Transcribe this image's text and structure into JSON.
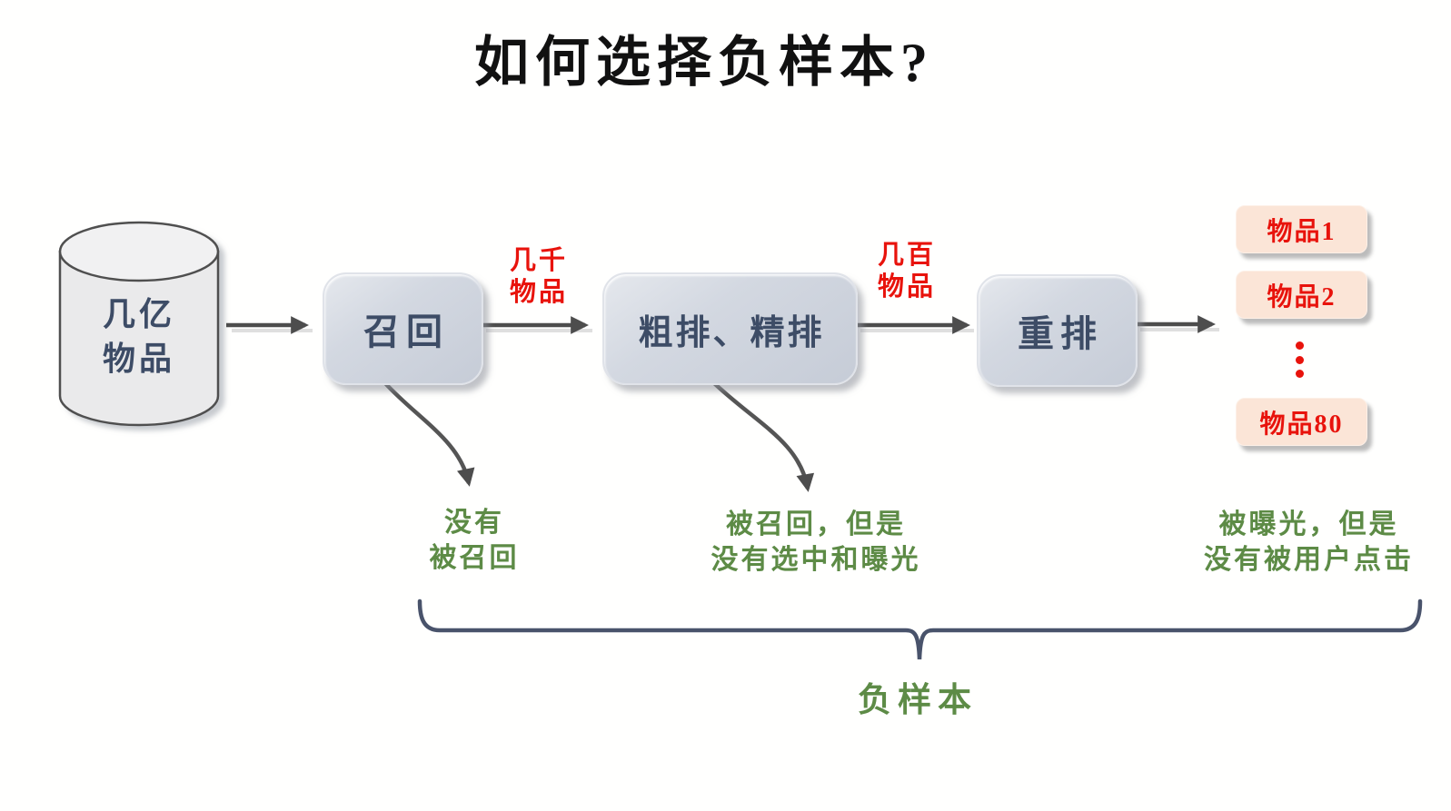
{
  "title": "如何选择负样本?",
  "pipeline": {
    "source": {
      "label": "几亿\n物品",
      "shape": "cylinder-icon"
    },
    "stages": [
      {
        "label": "召回"
      },
      {
        "label": "粗排、精排"
      },
      {
        "label": "重排"
      }
    ],
    "edge_labels": [
      {
        "label": "几千\n物品"
      },
      {
        "label": "几百\n物品"
      }
    ],
    "outputs": {
      "items": [
        "物品1",
        "物品2",
        "物品80"
      ],
      "ellipsis_between": [
        "物品2",
        "物品80"
      ]
    }
  },
  "annotations": {
    "not_recalled": "没有\n被召回",
    "recalled_not_exposed": "被召回，但是\n没有选中和曝光",
    "exposed_not_clicked": "被曝光，但是\n没有被用户点击",
    "brace_label": "负样本"
  },
  "colors": {
    "title_text": "#111111",
    "stage_fill": "#ced4dd",
    "stage_text": "#3d4c66",
    "cylinder_fill": "#eaeaeb",
    "cylinder_stroke": "#4f4f4f",
    "item_fill": "#fbe5d7",
    "red_accent": "#e8130c",
    "green_accent": "#5d8b46",
    "arrow_stroke": "#4d4d4d",
    "brace_stroke": "#49536b",
    "background": "#ffffff"
  }
}
